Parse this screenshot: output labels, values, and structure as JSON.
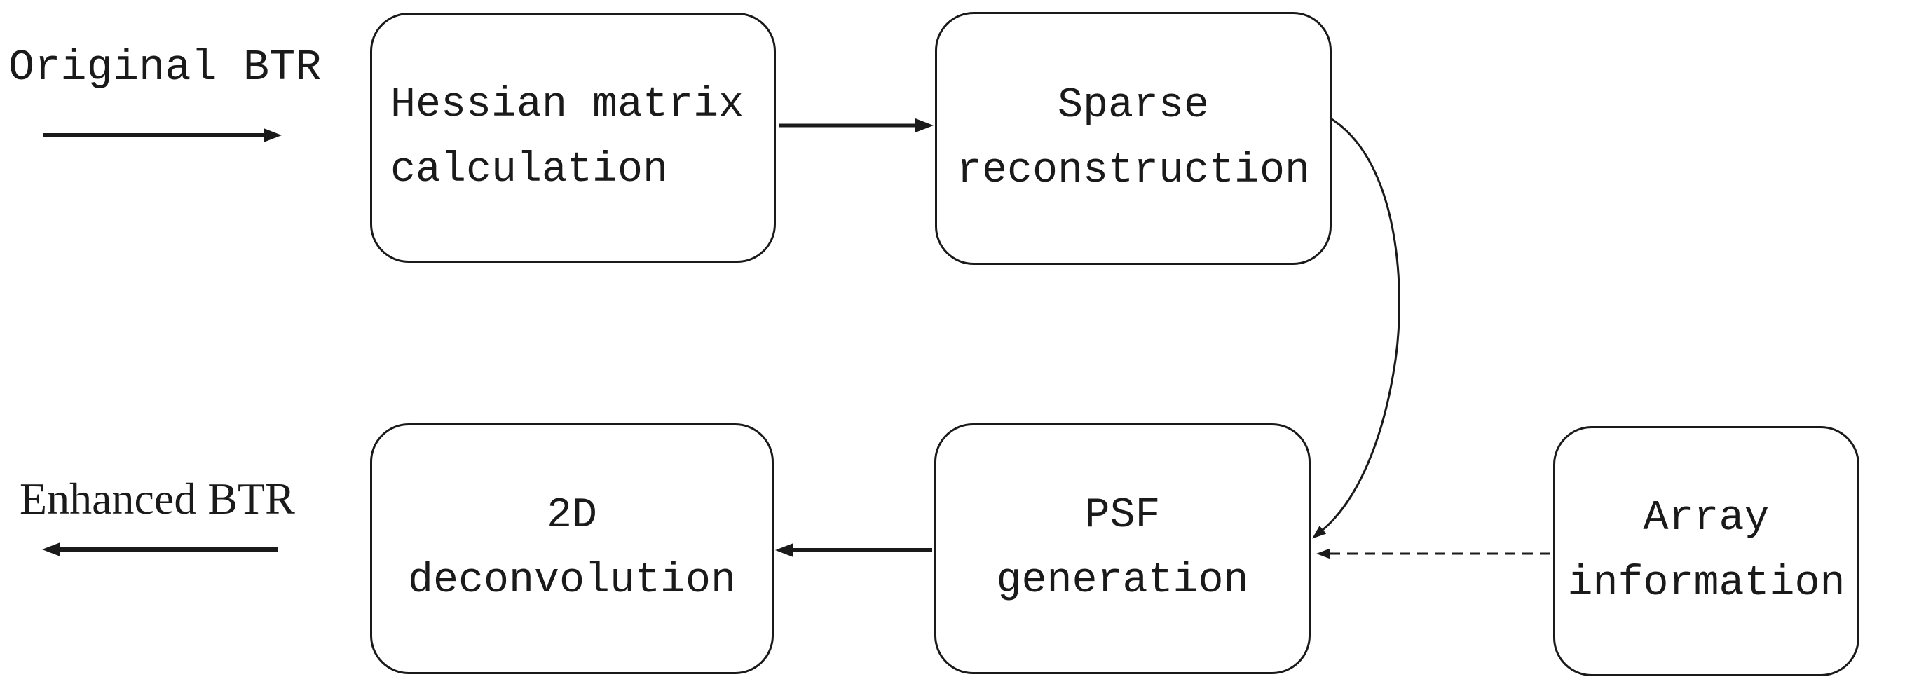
{
  "colors": {
    "ink": "#1a1a1a",
    "background": "#ffffff"
  },
  "labels": {
    "input": "Original BTR",
    "output": "Enhanced BTR"
  },
  "nodes": {
    "hessian": {
      "line1": "Hessian matrix",
      "line2": "calculation"
    },
    "sparse": {
      "line1": "Sparse",
      "line2": "reconstruction"
    },
    "deconv": {
      "line1": "2D",
      "line2": "deconvolution"
    },
    "psf": {
      "line1": "PSF",
      "line2": "generation"
    },
    "array": {
      "line1": "Array",
      "line2": "information"
    }
  },
  "connectors": [
    {
      "id": "input-arrow",
      "from": "Original BTR",
      "to": "Hessian matrix calculation",
      "style": "solid"
    },
    {
      "id": "hessian-to-sparse",
      "from": "Hessian matrix calculation",
      "to": "Sparse reconstruction",
      "style": "solid"
    },
    {
      "id": "sparse-to-psf",
      "from": "Sparse reconstruction",
      "to": "PSF generation",
      "style": "solid-curved"
    },
    {
      "id": "array-to-psf",
      "from": "Array information",
      "to": "PSF generation",
      "style": "dashed"
    },
    {
      "id": "psf-to-deconv",
      "from": "PSF generation",
      "to": "2D deconvolution",
      "style": "solid"
    },
    {
      "id": "output-arrow",
      "from": "2D deconvolution",
      "to": "Enhanced BTR",
      "style": "solid"
    }
  ]
}
